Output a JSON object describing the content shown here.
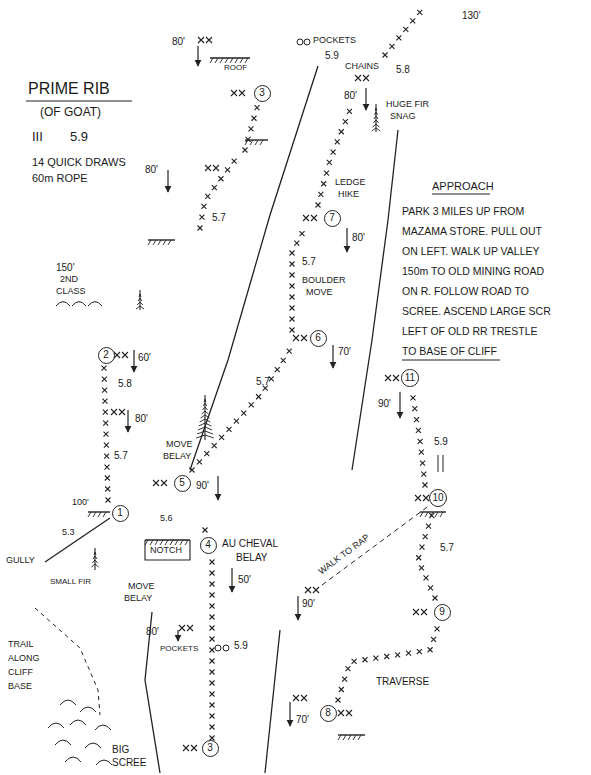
{
  "diagram": {
    "title": "PRIME RIB",
    "nodes": [
      {
        "text": [
          "3"
        ]
      },
      {
        "text": [
          "7"
        ]
      },
      {
        "text": [
          "6"
        ]
      },
      {
        "text": [
          "2"
        ]
      },
      {
        "text": [
          "11"
        ]
      },
      {
        "text": [
          "5"
        ]
      },
      {
        "text": [
          "10"
        ]
      },
      {
        "text": [
          "1"
        ]
      },
      {
        "text": [
          "4"
        ]
      },
      {
        "text": [
          "9"
        ]
      },
      {
        "text": [
          "8"
        ]
      },
      {
        "text": [
          "3"
        ]
      }
    ],
    "labels": [
      "(OF GOAT)",
      "III",
      "5.9",
      "14 QUICK DRAWS",
      "60m ROPE",
      "APPROACH",
      "PARK 3 MILES UP FROM",
      "MAZAMA STORE. PULL OUT",
      "ON LEFT. WALK UP VALLEY",
      "150m TO OLD MINING ROAD",
      "ON R. FOLLOW ROAD TO",
      "SCREE. ASCEND LARGE SCR",
      "LEFT OF OLD RR TRESTLE",
      "TO BASE OF CLIFF",
      "130'",
      "80'",
      "POCKETS",
      "5.9",
      "ROOF",
      "CHAINS",
      "80'",
      "5.8",
      "HUGE FIR",
      "SNAG",
      "80'",
      "LEDGE",
      "HIKE",
      "80'",
      "5.7",
      "5.7",
      "BOULDER",
      "MOVE",
      "70'",
      "150'",
      "2ND",
      "CLASS",
      "60'",
      "5.8",
      "5.7",
      "80'",
      "5.7",
      "MOVE",
      "BELAY",
      "90'",
      "100'",
      "5.6",
      "NOTCH",
      "AU CHEVAL",
      "BELAY",
      "50'",
      "MOVE",
      "BELAY",
      "5.3",
      "GULLY",
      "SMALL FIR",
      "TRAIL",
      "ALONG",
      "CLIFF",
      "BASE",
      "80'",
      "POCKETS",
      "5.9",
      "BIG",
      "SCREE",
      "90'",
      "70'",
      "TRAVERSE",
      "5.7",
      "WALK TO RAP",
      "5.9",
      "90'"
    ]
  }
}
